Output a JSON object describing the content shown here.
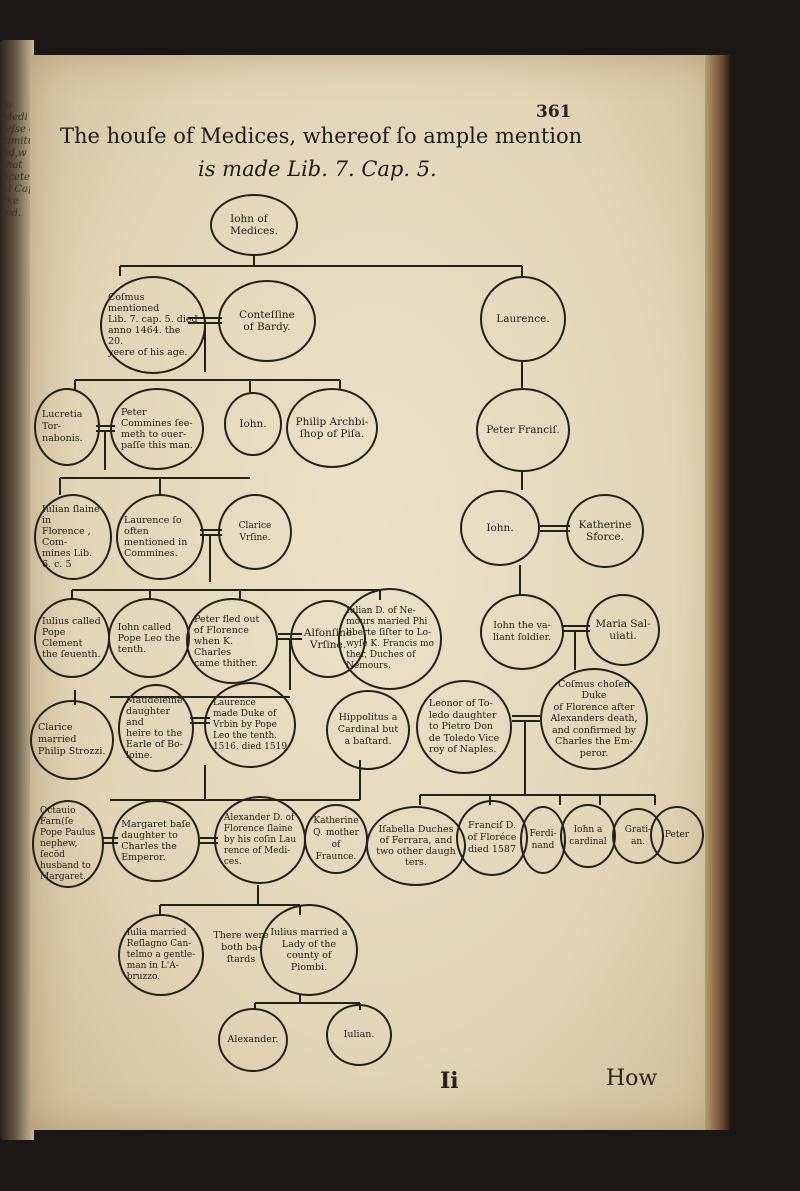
{
  "page": {
    "number": "361",
    "title_line1": "The houſe of Medices, whereof ſo ample mention",
    "title_line2": "is made Lib. 7. Cap. 5.",
    "signature": "Ii",
    "catchword": "How"
  },
  "spine_text": "ſo\nMedi\nleſse of\ncimitude\nnd,w ha\nthat\nncetein\nal Cap.\nrke\nind.",
  "nodes": {
    "john": "Iohn of\nMedices.",
    "cosmus": "Coſmus mentioned\nLib. 7. cap. 5. died\nanno 1464. the 20.\nyeere of his age.",
    "contessina": "Conteſſine\nof Bardy.",
    "laurence_top": "Laurence.",
    "lucretia": "Lucretia Tor-\nnabonis.",
    "peter": "Peter\nCommines ſee-\nmeth to ouer-\npaſſe this man.",
    "iohn2": "Iohn.",
    "philip": "Philip Archbi-\nſhop of Piſa.",
    "peter_francis": "Peter Franciſ.",
    "iulian_slain": "Iulian ſlaine in\nFlorence , Com-\nmines Lib. 6. c. 5",
    "laurence_often": "Laurence ſo often\nmentioned in\nCommines.",
    "clarice_vrsine": "Clarice Vrſine.",
    "iohn3": "Iohn.",
    "katherine_sforce": "Katherine\nSforce.",
    "iulius": "Iulius called\nPope Clement\nthe ſeuenth.",
    "iohn_leo": "Iohn called\nPope Leo the\ntenth.",
    "peter_fled": "Peter fled out\nof Florence\nwhen K. Charles\ncame thither.",
    "alfonsine": "Alfonſine\nVrſine.",
    "iulian_nemours": "Iulian D. of Ne-\nmours maried Phi\nliberte ſiſter to Lo-\nwyſe K. Francis mo\nther, Duches of\nNemours.",
    "iohn_valiant": "Iohn the va-\nliant ſoldier.",
    "maria_salviati": "Maria Sal-\nuiati.",
    "cosmus_chosen": "Coſmus choſen Duke\nof Florence after\nAlexanders death,\nand confirmed by\nCharles the Em-\nperor.",
    "clarice_married": "Clarice married\nPhilip Strozzi.",
    "maudeleine": "Maudeleine\ndaughter and\nheire to the\nEarle of Bo-\nloine.",
    "laurence_duke": "Laurence\nmade Duke of\nVrbin by Pope\nLeo the tenth.\n1516. died 1519",
    "hippolitus": "Hippolitus a\nCardinal but\na baſtard.",
    "leonor": "Leonor of To-\nledo daughter\nto Pietro Don\nde Toledo Vice\nroy of Naples.",
    "octavius": "Octauio Farn(ſe\nPope Paulus\nnephew, ſecōd\nhusband to\nMargaret.",
    "margaret": "Margaret baſe\ndaughter to\nCharles the\nEmperor.",
    "alexander_duke": "Alexander D. of\nFlorence ſlaine\nby his coſin Lau\nrence of Medi-\nces.",
    "katherine_queen": "Katherine\nQ. mother\nof Fraunce.",
    "isabella": "Iſabella Duches\nof Ferrara, and\ntwo other daugh\nters.",
    "francis": "Franciſ D.\nof Floréce\ndied 1587",
    "ferdinand": "Ferdi-\nnand",
    "iohn_cardinal": "Iohn a\ncardinal",
    "gratian": "Grati-\nan.",
    "peter_last": "Peter",
    "iulia": "Iulia married\nReſlagno Can-\ntelmo a gentle-\nman in L'A-\nbruzzo.",
    "bastards": "There were\nboth ba-\nſtards",
    "iulius_married": "Iulius married a\nLady of the\ncounty of\nPiombi.",
    "alexander": "Alexander.",
    "iulian_last": "Iulian."
  },
  "colors": {
    "paper": "#e3d6b7",
    "ink": "#26201a",
    "background": "#1a1714"
  }
}
